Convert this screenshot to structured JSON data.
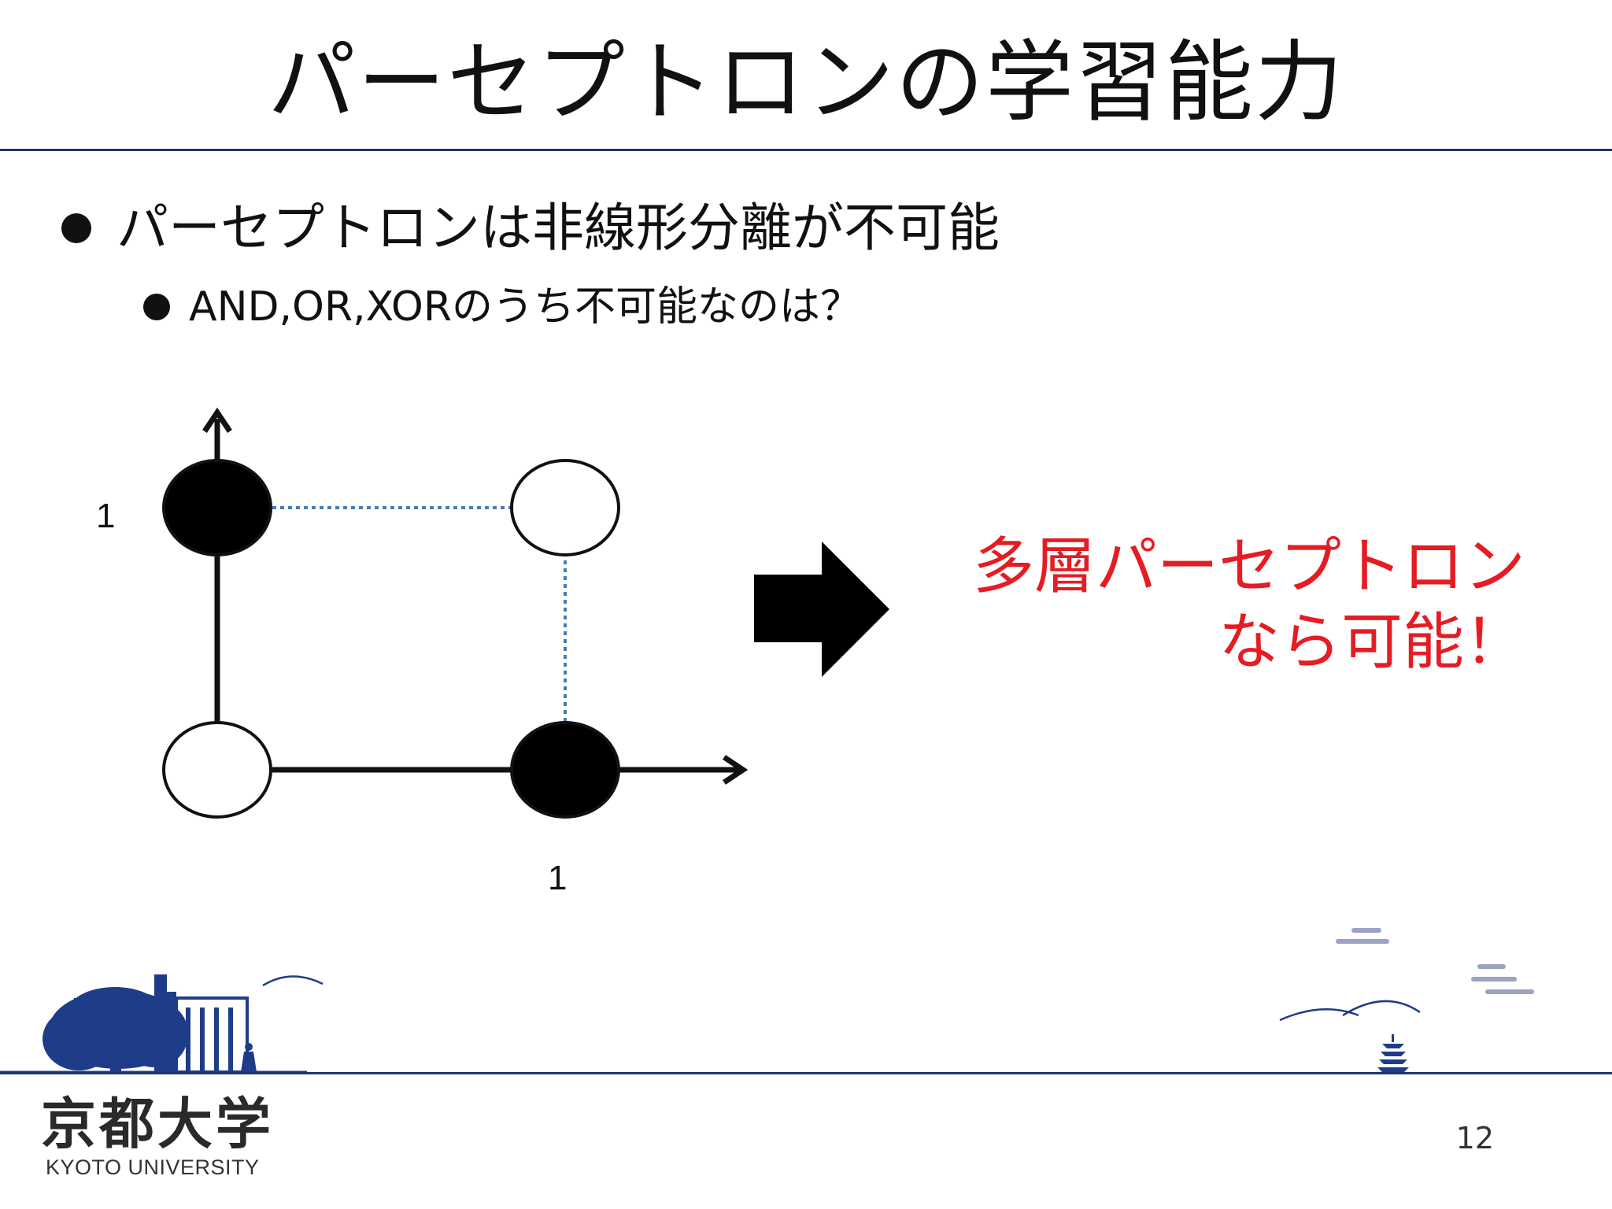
{
  "slide": {
    "title": "パーセプトロンの学習能力",
    "bullet_main": "パーセプトロンは非線形分離が不可能",
    "bullet_sub": "AND,OR,XORのうち不可能なのは？",
    "callout_line1": "多層パーセプトロン",
    "callout_line2": "なら可能！",
    "page_number": "12"
  },
  "diagram": {
    "y_tick_label": "1",
    "x_tick_label": "1",
    "points": [
      {
        "x": 0,
        "y": 0,
        "filled": false
      },
      {
        "x": 1,
        "y": 0,
        "filled": true
      },
      {
        "x": 0,
        "y": 1,
        "filled": true
      },
      {
        "x": 1,
        "y": 1,
        "filled": false
      }
    ],
    "axis_color": "#111111",
    "dotted_color": "#4a7ab8"
  },
  "logo": {
    "japanese": "京都大学",
    "english": "KYOTO UNIVERSITY"
  },
  "colors": {
    "accent_red": "#e51c23",
    "rule_navy": "#1f3864"
  }
}
